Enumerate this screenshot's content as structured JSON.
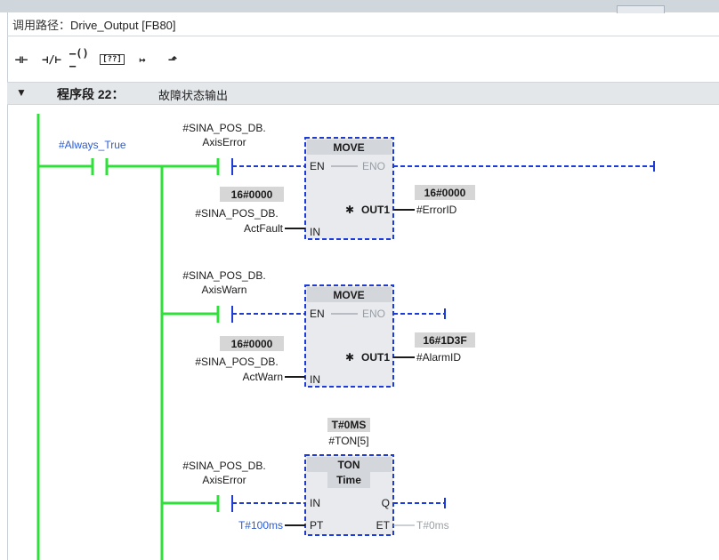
{
  "header": {
    "call_path_label": "调用路径：",
    "call_path_value": "Drive_Output [FB80]"
  },
  "toolbar": {
    "buttons": [
      "⊣⊢",
      "⊣/⊢",
      "—()—",
      "[??]",
      "↦",
      "⬏"
    ]
  },
  "network": {
    "name": "程序段 22：",
    "title": "故障状态输出"
  },
  "rung": {
    "contact_label": "#Always_True",
    "block1": {
      "type": "MOVE",
      "en_operand_line1": "#SINA_POS_DB.",
      "en_operand_line2": "AxisError",
      "in_value": "16#0000",
      "in_line1": "#SINA_POS_DB.",
      "in_line2": "ActFault",
      "out_value": "16#0000",
      "out_operand": "#ErrorID",
      "pin_en": "EN",
      "pin_eno": "ENO",
      "pin_in": "IN",
      "pin_out": "OUT1"
    },
    "block2": {
      "type": "MOVE",
      "en_operand_line1": "#SINA_POS_DB.",
      "en_operand_line2": "AxisWarn",
      "in_value": "16#0000",
      "in_line1": "#SINA_POS_DB.",
      "in_line2": "ActWarn",
      "out_value": "16#1D3F",
      "out_operand": "#AlarmID",
      "pin_en": "EN",
      "pin_eno": "ENO",
      "pin_in": "IN",
      "pin_out": "OUT1"
    },
    "block3": {
      "type": "TON",
      "subtype": "Time",
      "instance_value": "T#0MS",
      "instance": "#TON[5]",
      "in_line1": "#SINA_POS_DB.",
      "in_line2": "AxisError",
      "pt_value": "T#100ms",
      "et_value": "T#0ms",
      "pin_in": "IN",
      "pin_q": "Q",
      "pin_pt": "PT",
      "pin_et": "ET"
    }
  },
  "colors": {
    "power_flow": "#2fe03a",
    "no_flow": "#1f3bd6",
    "block_fill": "#e8eaee",
    "value_bg": "#d6d6d6",
    "accent_text": "#2a5bd7"
  }
}
